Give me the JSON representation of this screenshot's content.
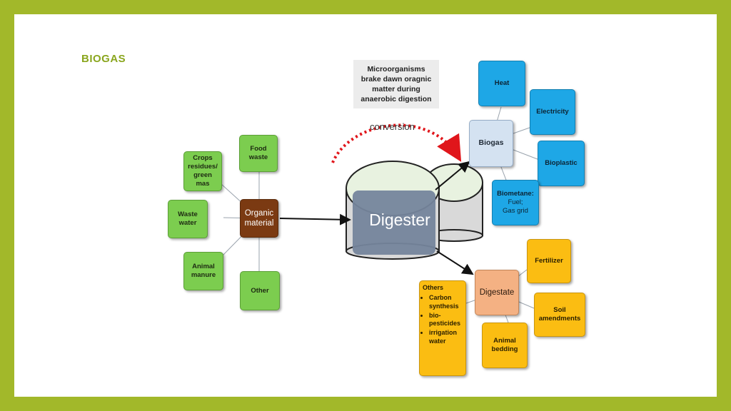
{
  "title": "BIOGAS",
  "microorganisms_note": "Microorganisms\nbrake dawn oragnic\nmatter during\nanaerobic digestion",
  "conversion_label": "conversion",
  "digester_label": "Digester",
  "inputs": {
    "center": "Organic\nmaterial",
    "crops": "Crops\nresidues/\ngreen\nmas",
    "food_waste": "Food\nwaste",
    "waste_water": "Waste\nwater",
    "animal_manure": "Animal\nmanure",
    "other": "Other"
  },
  "biogas": {
    "center": "Biogas",
    "heat": "Heat",
    "electricity": "Electricity",
    "bioplastic": "Bioplastic",
    "biomethane_title": "Biometane:",
    "biomethane_detail": "Fuel;\nGas grid"
  },
  "digestate": {
    "center": "Digestate",
    "fertilizer": "Fertilizer",
    "soil": "Soil\namendments",
    "animal_bedding": "Animal\nbedding",
    "others_title": "Others",
    "others_items": [
      "Carbon synthesis",
      "bio-pesticides",
      "irrigation water"
    ]
  },
  "colors": {
    "frame": "#a2b82a",
    "title": "#8aa61e",
    "green": "#7ccd4f",
    "blue": "#1ea7e6",
    "orange": "#fbbd12",
    "organic": "#7b3a12",
    "biogas": "#d4e2f1",
    "digestate": "#f4b183",
    "conversion_arrow": "#e0161b"
  }
}
